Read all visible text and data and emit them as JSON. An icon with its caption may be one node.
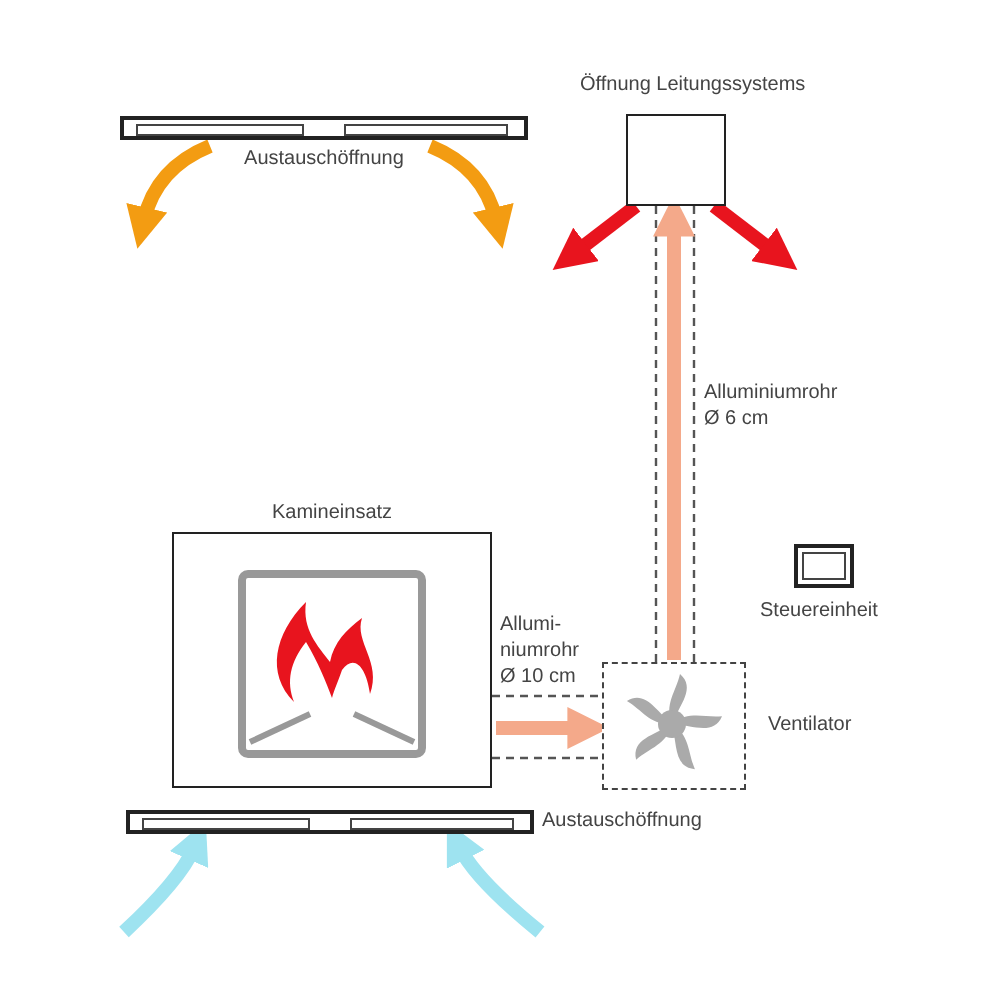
{
  "diagram": {
    "nodes": [
      {
        "text": [
          "Austauschöffnung"
        ]
      },
      {
        "text": [
          "Öffnung Leitungssystems"
        ]
      },
      {
        "text": [
          "Kamineinsatz"
        ]
      },
      {
        "text": [],
        "shape": "box",
        "beside": [
          "Ventilator"
        ]
      },
      {
        "text": [
          "Steuereinheit"
        ]
      },
      {
        "text": [
          "Austauschöffnung"
        ]
      }
    ],
    "edges": [
      {
        "from": 0,
        "to": null,
        "arrow": "to",
        "color": "#f39c12"
      },
      {
        "from": 0,
        "to": null,
        "arrow": "to",
        "color": "#f39c12"
      },
      {
        "from": 1,
        "to": null,
        "arrow": "to",
        "color": "#e8141e"
      },
      {
        "from": 1,
        "to": null,
        "arrow": "to",
        "color": "#e8141e"
      },
      {
        "from": 2,
        "to": 3,
        "arrow": "to",
        "label": "Allumi- niumrohr Ø 10 cm",
        "color": "#f4a98a"
      },
      {
        "from": 3,
        "to": 1,
        "arrow": "to",
        "label": "Alluminiumrohr Ø 6 cm",
        "color": "#f4a98a"
      },
      {
        "from": null,
        "to": 5,
        "arrow": "to",
        "color": "#9ee3f0"
      },
      {
        "from": null,
        "to": 5,
        "arrow": "to",
        "color": "#9ee3f0"
      }
    ]
  }
}
